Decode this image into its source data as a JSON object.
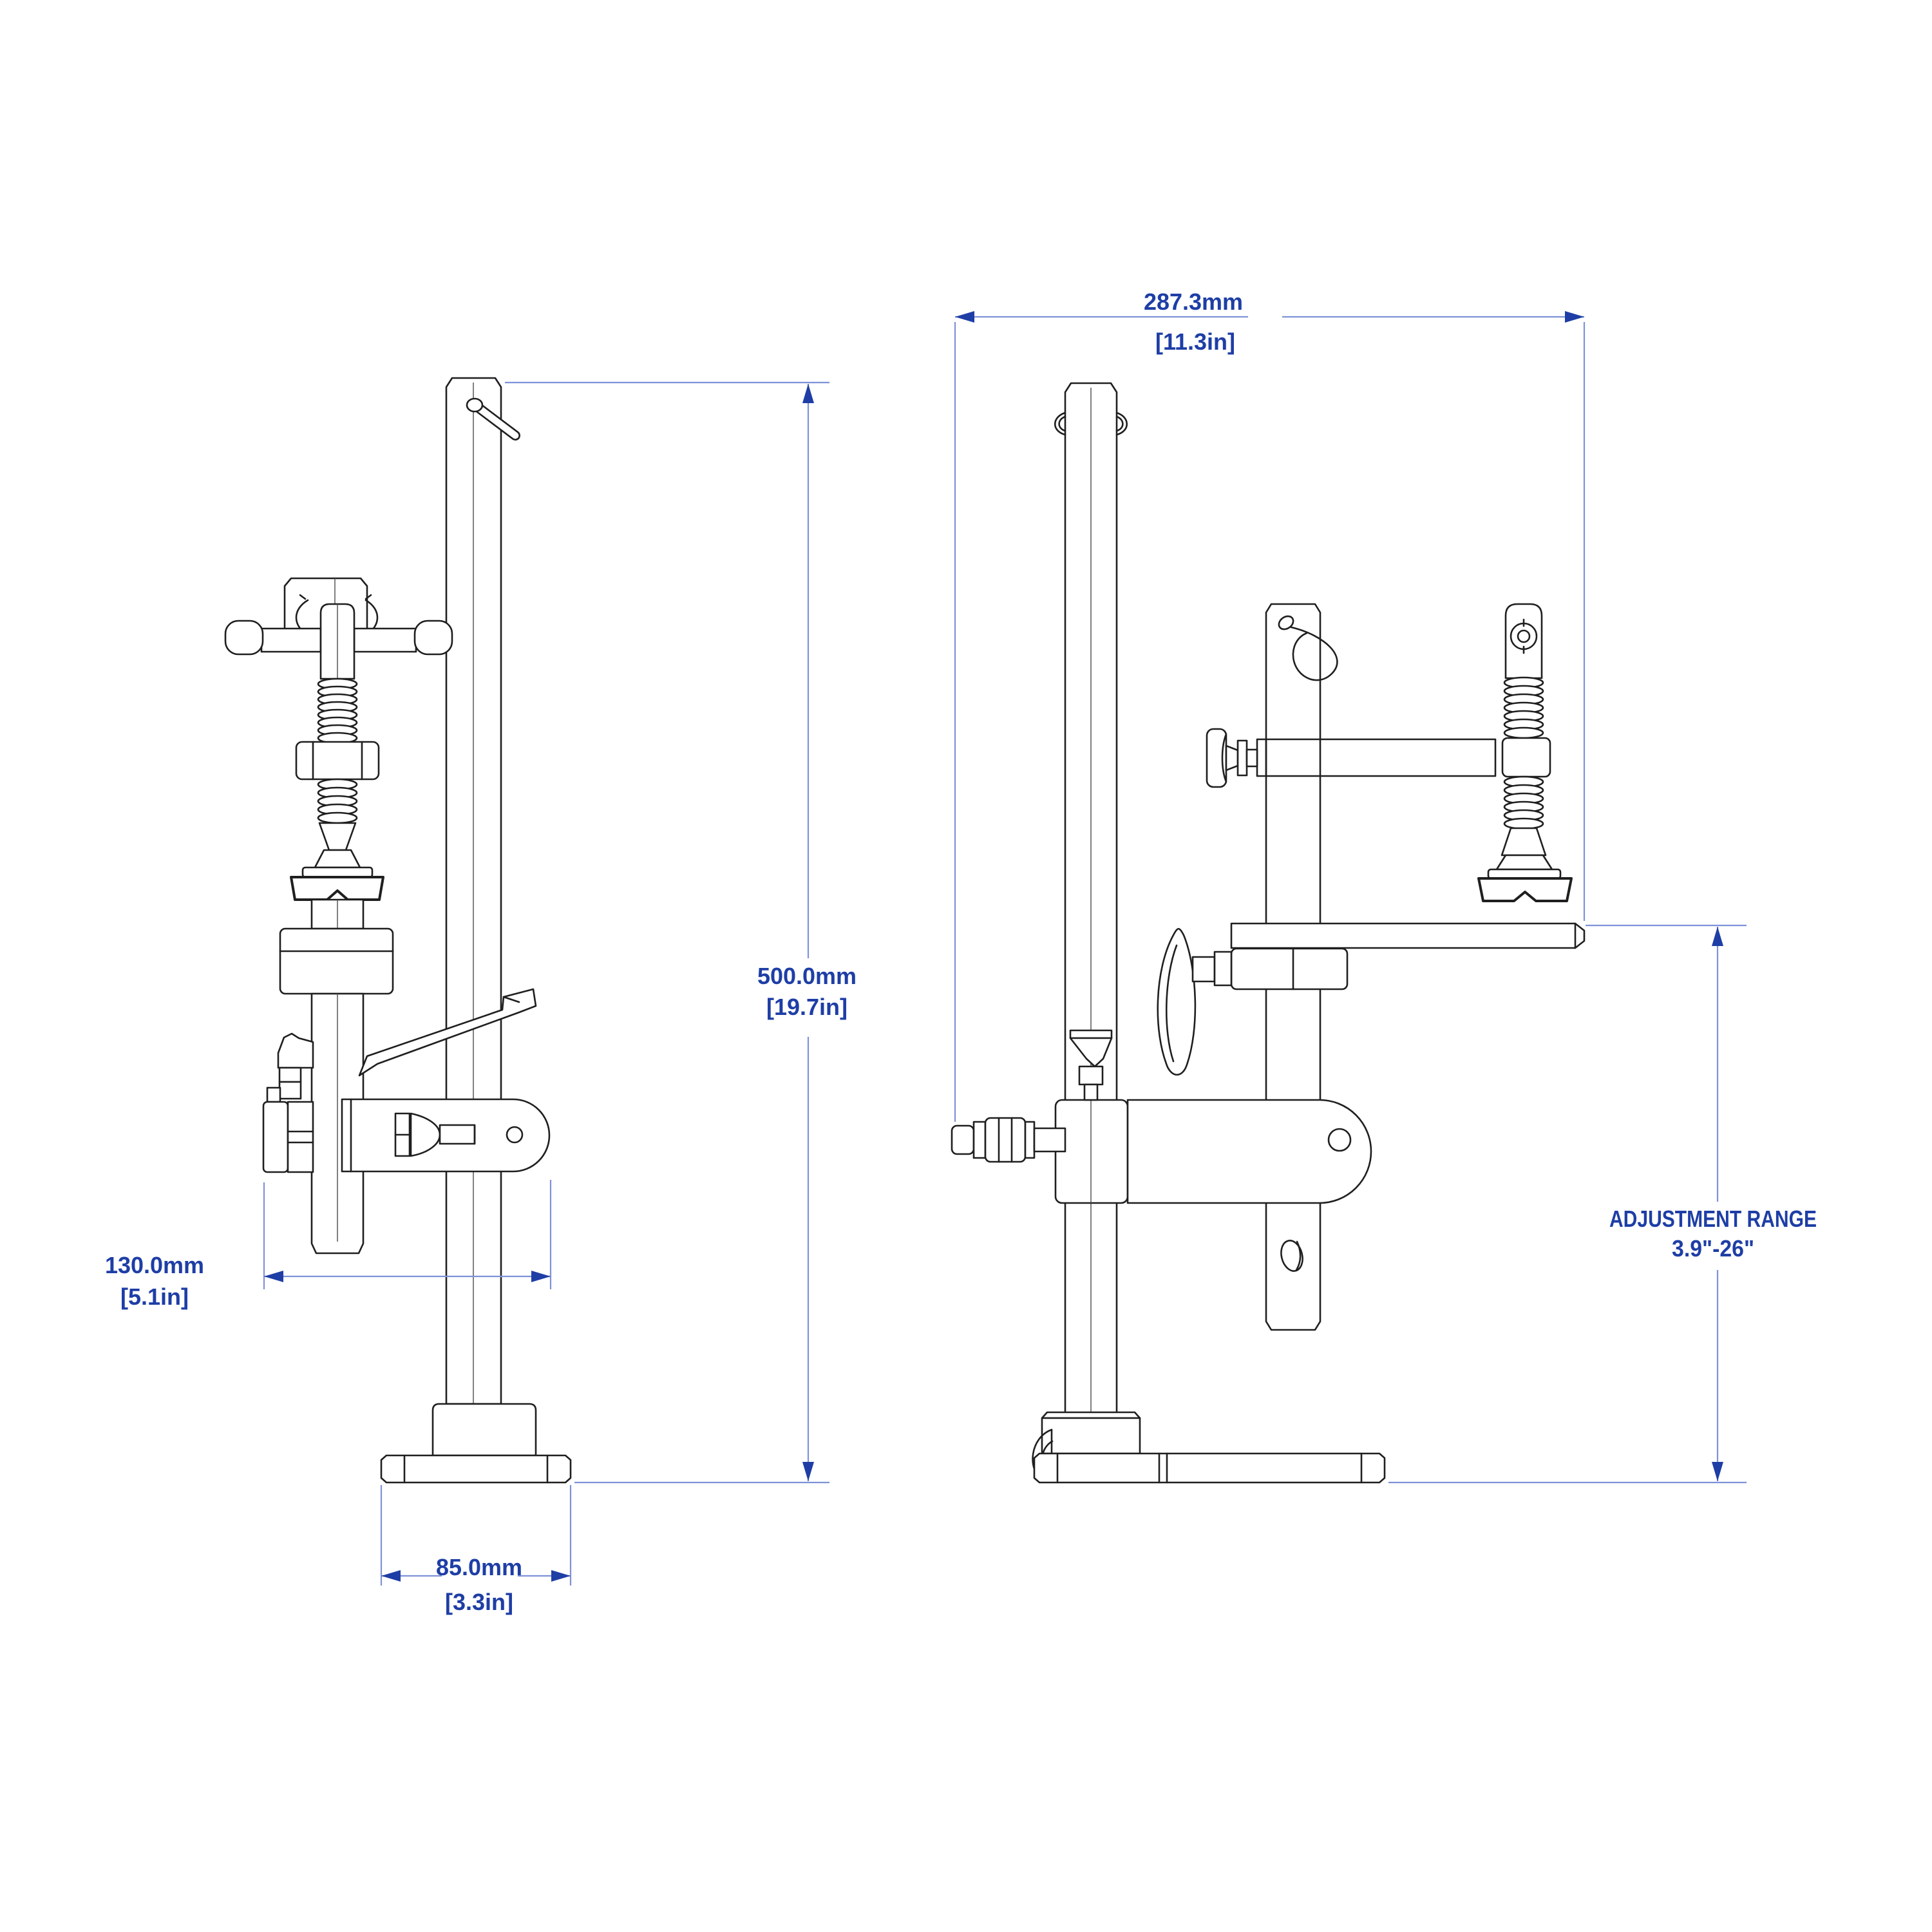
{
  "drawing": {
    "type": "technical-orthographic-views",
    "subject": "clamp support stand"
  },
  "dimensions": {
    "overall_width": {
      "metric": "287.3mm",
      "imperial": "[11.3in]"
    },
    "overall_height": {
      "metric": "500.0mm",
      "imperial": "[19.7in]"
    },
    "clamp_offset": {
      "metric": "130.0mm",
      "imperial": "[5.1in]"
    },
    "base_width": {
      "metric": "85.0mm",
      "imperial": "[3.3in]"
    },
    "adjustment": {
      "label": "ADJUSTMENT RANGE",
      "value": "3.9\"-26\""
    }
  },
  "colors": {
    "dimension_text": "#1e3ea6",
    "dimension_line": "#7e92d8",
    "drawing_line": "#1f1f1f",
    "background": "#ffffff"
  }
}
